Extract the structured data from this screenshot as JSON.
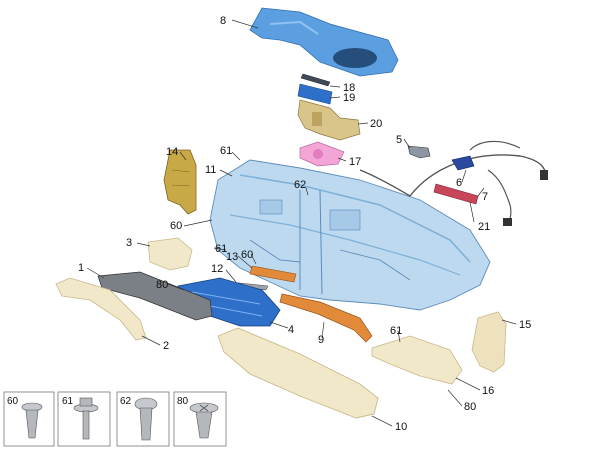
{
  "diagram": {
    "callouts": [
      {
        "key": "c8",
        "label": "8"
      },
      {
        "key": "c18",
        "label": "18"
      },
      {
        "key": "c19",
        "label": "19"
      },
      {
        "key": "c20",
        "label": "20"
      },
      {
        "key": "c5",
        "label": "5"
      },
      {
        "key": "c14",
        "label": "14"
      },
      {
        "key": "c61a",
        "label": "61"
      },
      {
        "key": "c11",
        "label": "11"
      },
      {
        "key": "c17",
        "label": "17"
      },
      {
        "key": "c6",
        "label": "6"
      },
      {
        "key": "c62",
        "label": "62"
      },
      {
        "key": "c7",
        "label": "7"
      },
      {
        "key": "c21",
        "label": "21"
      },
      {
        "key": "c60a",
        "label": "60"
      },
      {
        "key": "c3",
        "label": "3"
      },
      {
        "key": "c61b",
        "label": "61"
      },
      {
        "key": "c13",
        "label": "13"
      },
      {
        "key": "c60b",
        "label": "60"
      },
      {
        "key": "c12",
        "label": "12"
      },
      {
        "key": "c1",
        "label": "1"
      },
      {
        "key": "c80a",
        "label": "80"
      },
      {
        "key": "c4",
        "label": "4"
      },
      {
        "key": "c9",
        "label": "9"
      },
      {
        "key": "c2",
        "label": "2"
      },
      {
        "key": "c61c",
        "label": "61"
      },
      {
        "key": "c15",
        "label": "15"
      },
      {
        "key": "c16",
        "label": "16"
      },
      {
        "key": "c80b",
        "label": "80"
      },
      {
        "key": "c10",
        "label": "10"
      }
    ],
    "fasteners": [
      {
        "label": "60"
      },
      {
        "label": "61"
      },
      {
        "label": "62"
      },
      {
        "label": "80"
      }
    ],
    "colors": {
      "dash": "#bcd9ef",
      "dash_dark": "#7fb0d6",
      "top_cover": "#5b9fe0",
      "brace": "#2d6fc9",
      "beige": "#f0e8c8",
      "beige_dark": "#c9b98a",
      "bracket_gold": "#c9a947",
      "orange": "#e08a3a",
      "pink": "#f3a6d6",
      "red_part": "#c9455a",
      "navy": "#2a4aa0",
      "grey": "#7b7f86"
    }
  }
}
